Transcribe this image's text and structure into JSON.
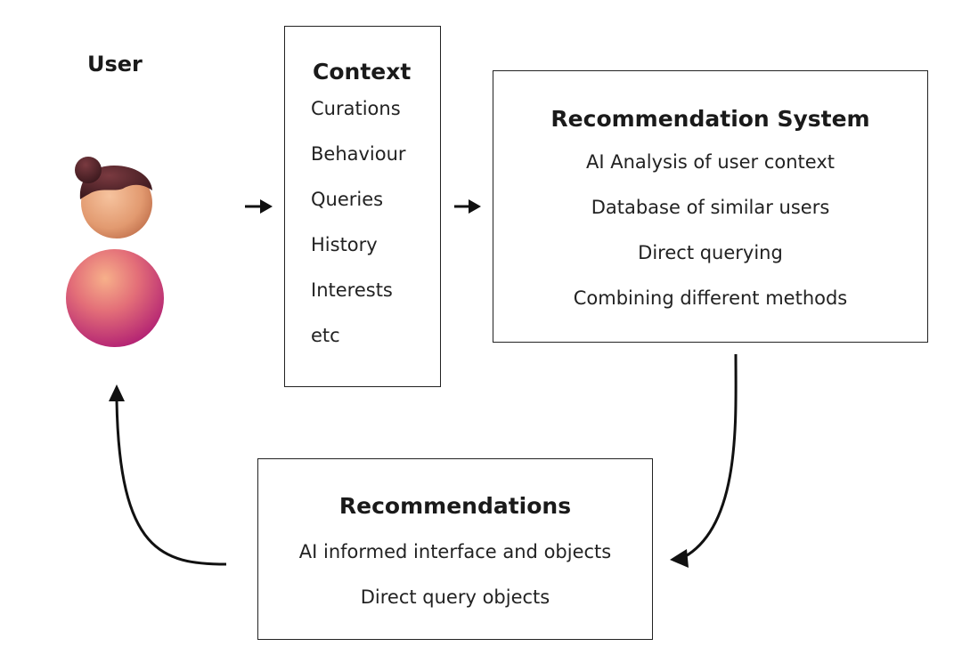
{
  "user": {
    "title": "User"
  },
  "context": {
    "title": "Context",
    "items": [
      "Curations",
      "Behaviour",
      "Queries",
      "History",
      "Interests",
      "etc"
    ]
  },
  "recommendation_system": {
    "title": "Recommendation System",
    "items": [
      "AI Analysis of user context",
      "Database of similar users",
      "Direct querying",
      "Combining different methods"
    ]
  },
  "recommendations": {
    "title": "Recommendations",
    "items": [
      "AI informed interface and objects",
      "Direct query objects"
    ]
  },
  "colors": {
    "hair": "#5a2a2e",
    "head": "#e9a27a",
    "body_top": "#f3a072",
    "body_bottom": "#c4297a",
    "line": "#111111"
  }
}
